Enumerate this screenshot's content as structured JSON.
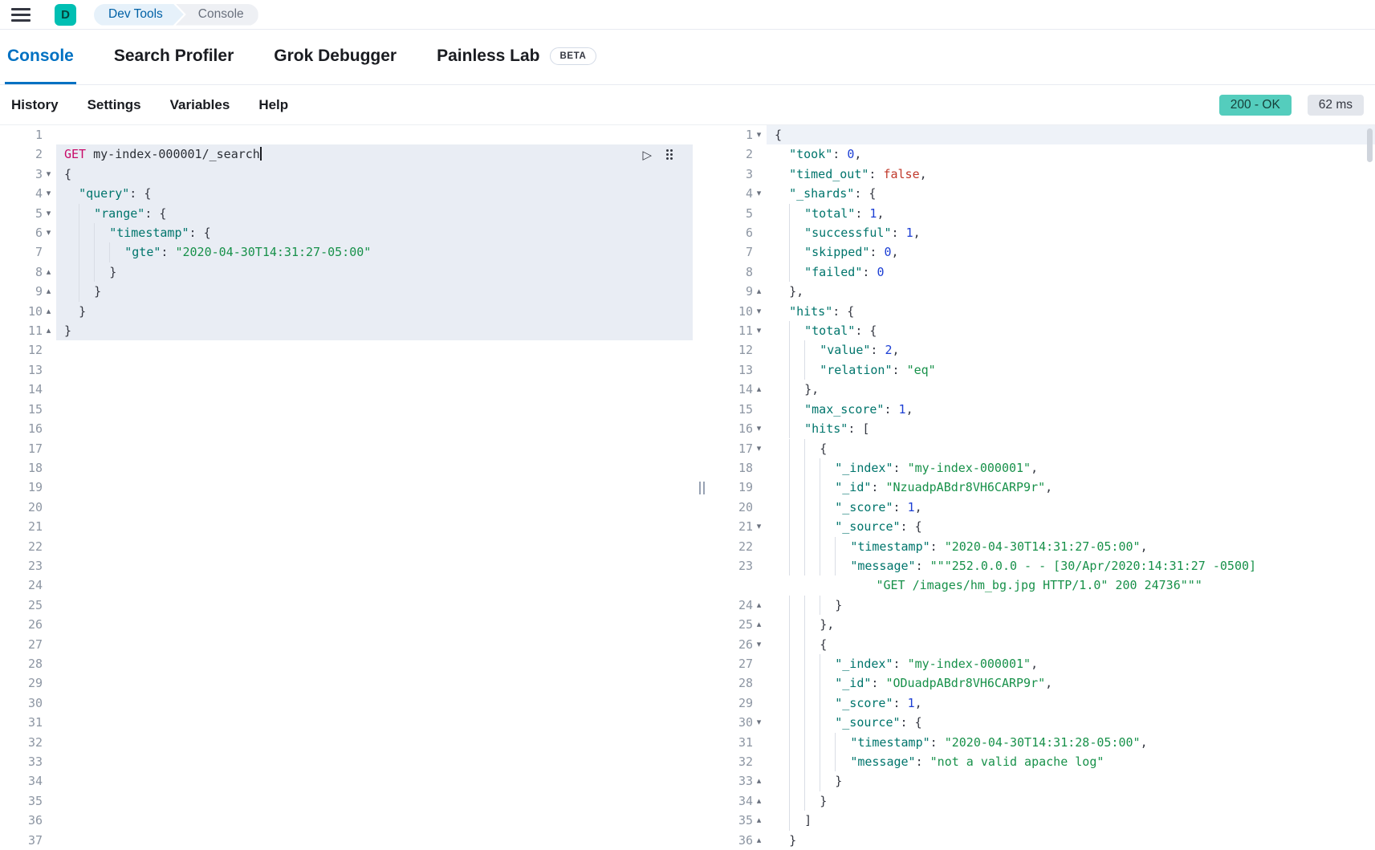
{
  "header": {
    "logo_letter": "D",
    "breadcrumbs": [
      "Dev Tools",
      "Console"
    ]
  },
  "tabs": [
    {
      "label": "Console",
      "active": true
    },
    {
      "label": "Search Profiler",
      "active": false
    },
    {
      "label": "Grok Debugger",
      "active": false
    },
    {
      "label": "Painless Lab",
      "active": false,
      "badge": "BETA"
    }
  ],
  "menu": [
    "History",
    "Settings",
    "Variables",
    "Help"
  ],
  "status": {
    "code": "200 - OK",
    "time": "62 ms"
  },
  "colors": {
    "accent": "#0071c2",
    "logo_bg": "#00bfb3",
    "crumb_link": "#0061a6",
    "crumb_link_bg": "#e6f1fa",
    "success_badge_bg": "#54cdbd",
    "method": "#c80a68",
    "json_key": "#00756c",
    "json_string": "#18914a",
    "json_number": "#1c3fd4",
    "json_false": "#c0392b",
    "editor_highlight": "#e9edf4"
  },
  "editor": {
    "request": {
      "line_count": 37,
      "lines": [
        {
          "n": 1,
          "seg": []
        },
        {
          "n": 2,
          "ind": 0,
          "hl": 1,
          "actions": true,
          "seg": [
            [
              "GET",
              "m"
            ],
            [
              " ",
              "t"
            ],
            [
              "my-index-000001/_search",
              "u"
            ],
            [
              "",
              "cur"
            ]
          ]
        },
        {
          "n": 3,
          "ind": 0,
          "fold": "open",
          "hl": 1,
          "seg": [
            [
              "{",
              "p"
            ]
          ]
        },
        {
          "n": 4,
          "ind": 1,
          "fold": "open",
          "hl": 1,
          "seg": [
            [
              "\"query\"",
              "k"
            ],
            [
              ": {",
              "p"
            ]
          ]
        },
        {
          "n": 5,
          "ind": 2,
          "fold": "open",
          "hl": 1,
          "seg": [
            [
              "\"range\"",
              "k"
            ],
            [
              ": {",
              "p"
            ]
          ]
        },
        {
          "n": 6,
          "ind": 3,
          "fold": "open",
          "hl": 1,
          "seg": [
            [
              "\"timestamp\"",
              "k"
            ],
            [
              ": {",
              "p"
            ]
          ]
        },
        {
          "n": 7,
          "ind": 4,
          "hl": 1,
          "seg": [
            [
              "\"gte\"",
              "k"
            ],
            [
              ": ",
              "p"
            ],
            [
              "\"2020-04-30T14:31:27-05:00\"",
              "s"
            ]
          ]
        },
        {
          "n": 8,
          "ind": 3,
          "fold": "close",
          "hl": 1,
          "seg": [
            [
              "}",
              "p"
            ]
          ]
        },
        {
          "n": 9,
          "ind": 2,
          "fold": "close",
          "hl": 1,
          "seg": [
            [
              "}",
              "p"
            ]
          ]
        },
        {
          "n": 10,
          "ind": 1,
          "fold": "close",
          "hl": 1,
          "seg": [
            [
              "}",
              "p"
            ]
          ]
        },
        {
          "n": 11,
          "ind": 0,
          "fold": "close",
          "hl": 1,
          "seg": [
            [
              "}",
              "p"
            ]
          ]
        }
      ]
    },
    "response": {
      "line_count": 36,
      "lines": [
        {
          "n": 1,
          "ind": 0,
          "fold": "open",
          "hl": 2,
          "seg": [
            [
              "{",
              "p"
            ]
          ]
        },
        {
          "n": 2,
          "ind": 1,
          "seg": [
            [
              "\"took\"",
              "k"
            ],
            [
              ": ",
              "p"
            ],
            [
              "0",
              "n"
            ],
            [
              ",",
              "p"
            ]
          ]
        },
        {
          "n": 3,
          "ind": 1,
          "seg": [
            [
              "\"timed_out\"",
              "k"
            ],
            [
              ": ",
              "p"
            ],
            [
              "false",
              "b"
            ],
            [
              ",",
              "p"
            ]
          ]
        },
        {
          "n": 4,
          "ind": 1,
          "fold": "open",
          "seg": [
            [
              "\"_shards\"",
              "k"
            ],
            [
              ": {",
              "p"
            ]
          ]
        },
        {
          "n": 5,
          "ind": 2,
          "seg": [
            [
              "\"total\"",
              "k"
            ],
            [
              ": ",
              "p"
            ],
            [
              "1",
              "n"
            ],
            [
              ",",
              "p"
            ]
          ]
        },
        {
          "n": 6,
          "ind": 2,
          "seg": [
            [
              "\"successful\"",
              "k"
            ],
            [
              ": ",
              "p"
            ],
            [
              "1",
              "n"
            ],
            [
              ",",
              "p"
            ]
          ]
        },
        {
          "n": 7,
          "ind": 2,
          "seg": [
            [
              "\"skipped\"",
              "k"
            ],
            [
              ": ",
              "p"
            ],
            [
              "0",
              "n"
            ],
            [
              ",",
              "p"
            ]
          ]
        },
        {
          "n": 8,
          "ind": 2,
          "seg": [
            [
              "\"failed\"",
              "k"
            ],
            [
              ": ",
              "p"
            ],
            [
              "0",
              "n"
            ]
          ]
        },
        {
          "n": 9,
          "ind": 1,
          "fold": "close",
          "seg": [
            [
              "},",
              "p"
            ]
          ]
        },
        {
          "n": 10,
          "ind": 1,
          "fold": "open",
          "seg": [
            [
              "\"hits\"",
              "k"
            ],
            [
              ": {",
              "p"
            ]
          ]
        },
        {
          "n": 11,
          "ind": 2,
          "fold": "open",
          "seg": [
            [
              "\"total\"",
              "k"
            ],
            [
              ": {",
              "p"
            ]
          ]
        },
        {
          "n": 12,
          "ind": 3,
          "seg": [
            [
              "\"value\"",
              "k"
            ],
            [
              ": ",
              "p"
            ],
            [
              "2",
              "n"
            ],
            [
              ",",
              "p"
            ]
          ]
        },
        {
          "n": 13,
          "ind": 3,
          "seg": [
            [
              "\"relation\"",
              "k"
            ],
            [
              ": ",
              "p"
            ],
            [
              "\"eq\"",
              "s"
            ]
          ]
        },
        {
          "n": 14,
          "ind": 2,
          "fold": "close",
          "seg": [
            [
              "},",
              "p"
            ]
          ]
        },
        {
          "n": 15,
          "ind": 2,
          "seg": [
            [
              "\"max_score\"",
              "k"
            ],
            [
              ": ",
              "p"
            ],
            [
              "1",
              "n"
            ],
            [
              ",",
              "p"
            ]
          ]
        },
        {
          "n": 16,
          "ind": 2,
          "fold": "open",
          "seg": [
            [
              "\"hits\"",
              "k"
            ],
            [
              ": [",
              "p"
            ]
          ]
        },
        {
          "n": 17,
          "ind": 3,
          "fold": "open",
          "seg": [
            [
              "{",
              "p"
            ]
          ]
        },
        {
          "n": 18,
          "ind": 4,
          "seg": [
            [
              "\"_index\"",
              "k"
            ],
            [
              ": ",
              "p"
            ],
            [
              "\"my-index-000001\"",
              "s"
            ],
            [
              ",",
              "p"
            ]
          ]
        },
        {
          "n": 19,
          "ind": 4,
          "seg": [
            [
              "\"_id\"",
              "k"
            ],
            [
              ": ",
              "p"
            ],
            [
              "\"NzuadpABdr8VH6CARP9r\"",
              "s"
            ],
            [
              ",",
              "p"
            ]
          ]
        },
        {
          "n": 20,
          "ind": 4,
          "seg": [
            [
              "\"_score\"",
              "k"
            ],
            [
              ": ",
              "p"
            ],
            [
              "1",
              "n"
            ],
            [
              ",",
              "p"
            ]
          ]
        },
        {
          "n": 21,
          "ind": 4,
          "fold": "open",
          "seg": [
            [
              "\"_source\"",
              "k"
            ],
            [
              ": {",
              "p"
            ]
          ]
        },
        {
          "n": 22,
          "ind": 5,
          "seg": [
            [
              "\"timestamp\"",
              "k"
            ],
            [
              ": ",
              "p"
            ],
            [
              "\"2020-04-30T14:31:27-05:00\"",
              "s"
            ],
            [
              ",",
              "p"
            ]
          ]
        },
        {
          "n": 23,
          "ind": 5,
          "seg": [
            [
              "\"message\"",
              "k"
            ],
            [
              ": ",
              "p"
            ],
            [
              "\"\"\"252.0.0.0 - - [30/Apr/2020:14:31:27 -0500]",
              "s"
            ],
            [
              "\n              ",
              "t"
            ],
            [
              "\"GET /images/hm_bg.jpg HTTP/1.0\" 200 24736\"\"\"",
              "s"
            ]
          ]
        },
        {
          "n": 24,
          "ind": 4,
          "fold": "close",
          "seg": [
            [
              "}",
              "p"
            ]
          ]
        },
        {
          "n": 25,
          "ind": 3,
          "fold": "close",
          "seg": [
            [
              "},",
              "p"
            ]
          ]
        },
        {
          "n": 26,
          "ind": 3,
          "fold": "open",
          "seg": [
            [
              "{",
              "p"
            ]
          ]
        },
        {
          "n": 27,
          "ind": 4,
          "seg": [
            [
              "\"_index\"",
              "k"
            ],
            [
              ": ",
              "p"
            ],
            [
              "\"my-index-000001\"",
              "s"
            ],
            [
              ",",
              "p"
            ]
          ]
        },
        {
          "n": 28,
          "ind": 4,
          "seg": [
            [
              "\"_id\"",
              "k"
            ],
            [
              ": ",
              "p"
            ],
            [
              "\"ODuadpABdr8VH6CARP9r\"",
              "s"
            ],
            [
              ",",
              "p"
            ]
          ]
        },
        {
          "n": 29,
          "ind": 4,
          "seg": [
            [
              "\"_score\"",
              "k"
            ],
            [
              ": ",
              "p"
            ],
            [
              "1",
              "n"
            ],
            [
              ",",
              "p"
            ]
          ]
        },
        {
          "n": 30,
          "ind": 4,
          "fold": "open",
          "seg": [
            [
              "\"_source\"",
              "k"
            ],
            [
              ": {",
              "p"
            ]
          ]
        },
        {
          "n": 31,
          "ind": 5,
          "seg": [
            [
              "\"timestamp\"",
              "k"
            ],
            [
              ": ",
              "p"
            ],
            [
              "\"2020-04-30T14:31:28-05:00\"",
              "s"
            ],
            [
              ",",
              "p"
            ]
          ]
        },
        {
          "n": 32,
          "ind": 5,
          "seg": [
            [
              "\"message\"",
              "k"
            ],
            [
              ": ",
              "p"
            ],
            [
              "\"not a valid apache log\"",
              "s"
            ]
          ]
        },
        {
          "n": 33,
          "ind": 4,
          "fold": "close",
          "seg": [
            [
              "}",
              "p"
            ]
          ]
        },
        {
          "n": 34,
          "ind": 3,
          "fold": "close",
          "seg": [
            [
              "}",
              "p"
            ]
          ]
        },
        {
          "n": 35,
          "ind": 2,
          "fold": "close",
          "seg": [
            [
              "]",
              "p"
            ]
          ]
        },
        {
          "n": 36,
          "ind": 1,
          "fold": "close",
          "seg": [
            [
              "}",
              "p"
            ]
          ]
        }
      ]
    }
  }
}
